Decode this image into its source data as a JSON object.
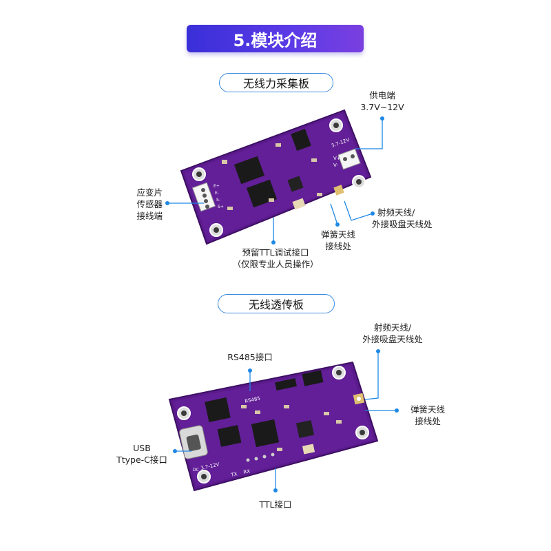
{
  "title": "5.模块介绍",
  "section1": {
    "name": "无线力采集板",
    "labels": {
      "power_line1": "供电端",
      "power_line2": "3.7V~12V",
      "strain_line1": "应变片",
      "strain_line2": "传感器",
      "strain_line3": "接线端",
      "rf_line1": "射频天线/",
      "rf_line2": "外接吸盘天线处",
      "spring_line1": "弹簧天线",
      "spring_line2": "接线处",
      "ttl_line1": "预留TTL调试接口",
      "ttl_line2": "（仅限专业人员操作）"
    },
    "silk": {
      "v_range": "3.7-12V",
      "vplus": "V+",
      "vminus": "V-",
      "e_plus": "E+",
      "e_minus": "E-",
      "s_minus": "S-",
      "s_plus": "S+"
    }
  },
  "section2": {
    "name": "无线透传板",
    "labels": {
      "rf_line1": "射频天线/",
      "rf_line2": "外接吸盘天线处",
      "rs485": "RS485接口",
      "spring_line1": "弹簧天线",
      "spring_line2": "接线处",
      "usb_line1": "USB",
      "usb_line2": "Ttype-C接口",
      "ttl": "TTL接口"
    },
    "silk": {
      "v_range": "3.7-12V",
      "tx": "TX",
      "rx": "RX",
      "dc": "DC",
      "rs485": "RS485"
    }
  },
  "colors": {
    "accent": "#1e88e5",
    "board": "#5a1a8c",
    "banner": "#4a35e0"
  }
}
